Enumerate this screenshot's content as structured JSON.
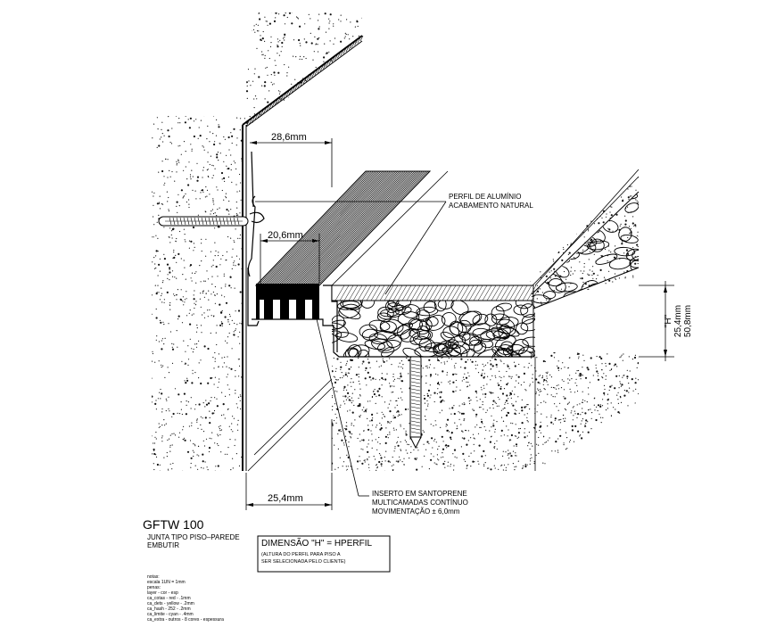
{
  "dimensions": {
    "top_width": "28,6mm",
    "inner_width": "20,6mm",
    "bottom_width": "25,4mm",
    "height_h": "\"H\"",
    "height_min": "25,4mm",
    "height_max": "50,8mm"
  },
  "callouts": {
    "profile_line1": "PERFIL DE ALUMÍNIO",
    "profile_line2": "ACABAMENTO NATURAL",
    "insert_line1": "INSERTO EM SANTOPRENE",
    "insert_line2": "MULTICAMADAS CONTÍNUO",
    "insert_line3": "MOVIMENTAÇÃO ± 6,0mm"
  },
  "title_block": {
    "code": "GFTW 100",
    "subtitle1": "JUNTA TIPO PISO–PAREDE",
    "subtitle2": "EMBUTIR"
  },
  "dimension_box": {
    "title": "DIMENSÃO \"H\" = HPERFIL",
    "note1": "(ALTURA DO PERFIL PARA PISO A",
    "note2": "SER SELECIONADA PELO CLIENTE)"
  },
  "notes": {
    "heading": "notas:",
    "lines": [
      "escala 1UN = 1mm",
      "penas:",
      "layer - cor - esp",
      "ca_cotas - red - .1mm",
      "ca_dets - yellow - .2mm",
      "ca_hash - 252 - .2mm",
      "ca_limite - cyan - .4mm",
      "ca_extra - outros - 8 cores - espessura"
    ]
  },
  "colors": {
    "ink": "#000000",
    "paper": "#ffffff",
    "stipple": "#111111"
  }
}
